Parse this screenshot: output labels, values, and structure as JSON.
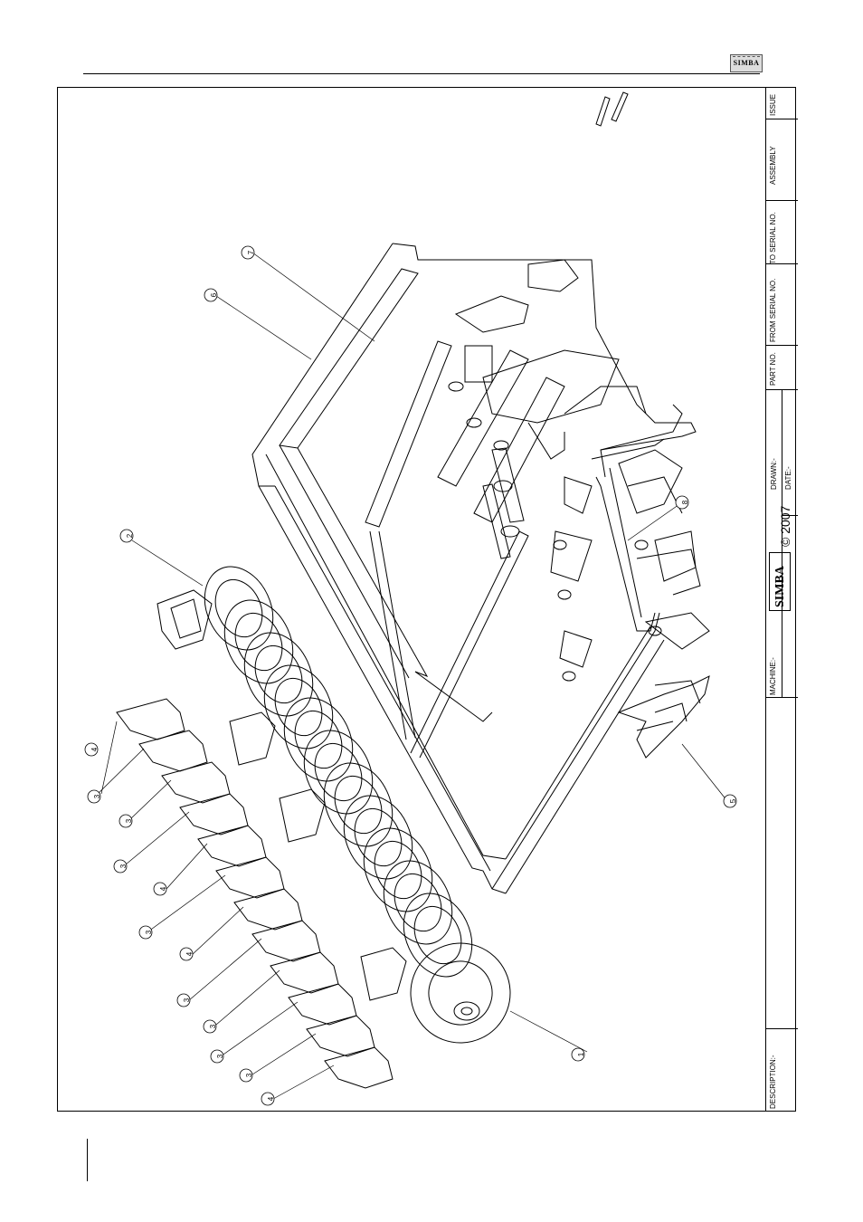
{
  "logo": {
    "text": "SIMBA"
  },
  "title_block": {
    "issue_label": "ISSUE",
    "assembly_label": "ASSEMBLY",
    "to_serial_label": "TO SERIAL NO.",
    "from_serial_label": "FROM SERIAL NO.",
    "part_no_label": "PART NO.",
    "drawn_label": "DRAWN:-",
    "date_label": "DATE:-",
    "copyright": "© 2007",
    "brand": "SIMBA",
    "machine_label": "MACHINE:-",
    "description_label": "DESCRIPTION:-"
  },
  "callouts": [
    "1",
    "2",
    "3",
    "3",
    "3",
    "3",
    "3",
    "3",
    "3",
    "3",
    "4",
    "4",
    "4",
    "4",
    "5",
    "6",
    "7",
    "8"
  ],
  "colors": {
    "line": "#000000",
    "background": "#ffffff"
  }
}
